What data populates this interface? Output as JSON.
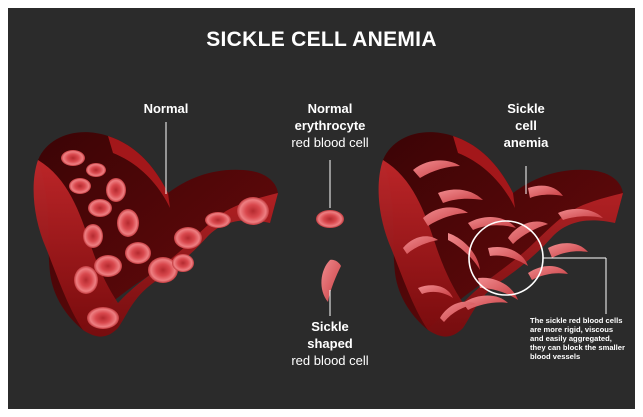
{
  "title": "SICKLE CELL ANEMIA",
  "labels": {
    "normal": "Normal",
    "erythrocyte_line1": "Normal",
    "erythrocyte_line2": "erythrocyte",
    "erythrocyte_line3": "red blood cell",
    "sickle_line1": "Sickle",
    "sickle_line2": "shaped",
    "sickle_line3": "red blood cell",
    "anemia_line1": "Sickle",
    "anemia_line2": "cell",
    "anemia_line3": "anemia"
  },
  "note": [
    "The sickle red blood cells",
    "are more rigid, viscous",
    "and easily aggregated,",
    "they can block the smaller",
    "blood vessels"
  ],
  "colors": {
    "background": "#2b2b2b",
    "vessel_dark": "#5c0708",
    "vessel_mid": "#8f1012",
    "vessel_light": "#b81d20",
    "cell": "#d9484d",
    "cell_light": "#ef8a8c"
  }
}
